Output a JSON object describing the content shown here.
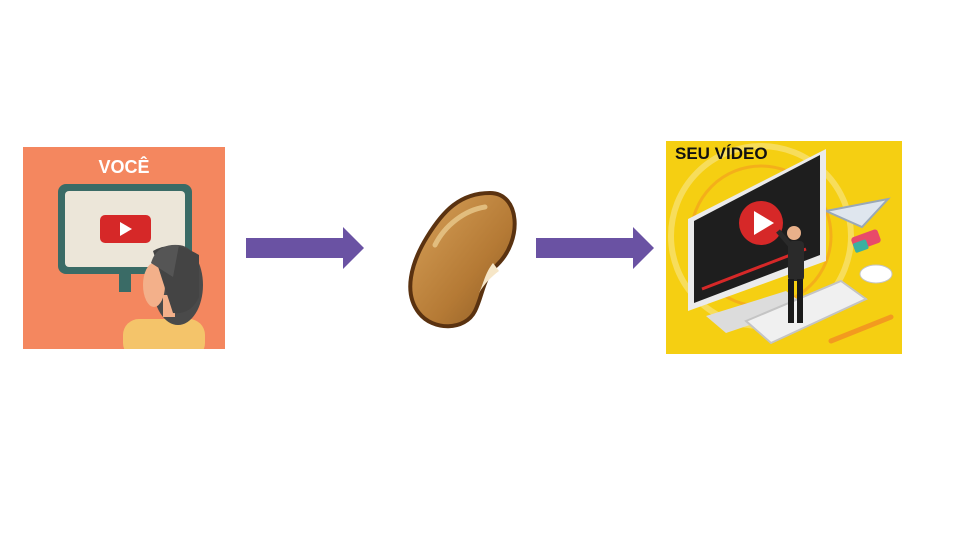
{
  "left_panel": {
    "label": "VOCÊ",
    "icon": "person-watching-video-icon",
    "background": "#f4875f"
  },
  "middle": {
    "icon": "bean-icon"
  },
  "right_panel": {
    "label": "SEU VÍDEO",
    "icon": "video-editor-illustration",
    "background": "#f5cf12"
  },
  "colors": {
    "arrow": "#6a52a3",
    "play_button": "#d62828"
  }
}
